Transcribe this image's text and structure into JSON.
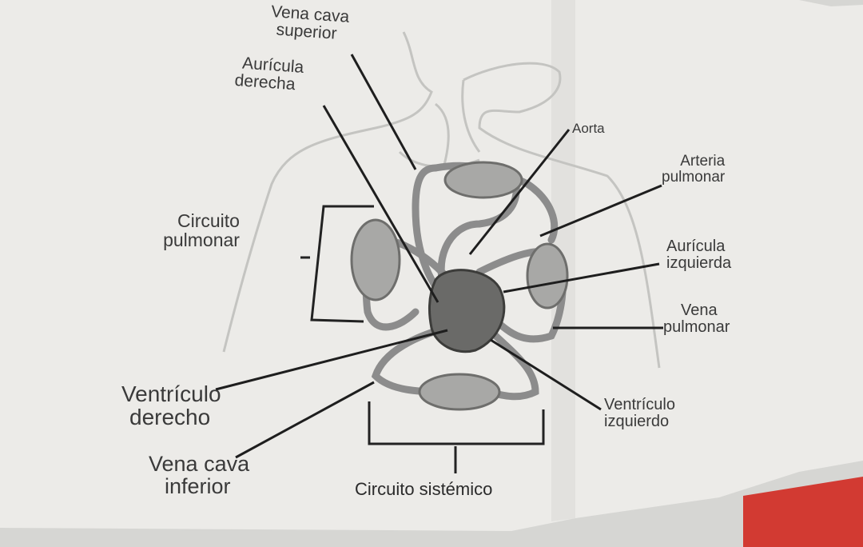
{
  "labels": {
    "vena_cava_superior": [
      "Vena cava",
      "superior"
    ],
    "auricula_derecha": [
      "Aurícula",
      "derecha"
    ],
    "aorta": "Aorta",
    "arteria_pulmonar": [
      "Arteria",
      "pulmonar"
    ],
    "circuito_pulmonar": [
      "Circuito",
      "pulmonar"
    ],
    "auricula_izquierda": [
      "Aurícula",
      "izquierda"
    ],
    "vena_pulmonar": [
      "Vena",
      "pulmonar"
    ],
    "ventriculo_derecho": [
      "Ventrículo",
      "derecho"
    ],
    "ventriculo_izquierdo": [
      "Ventrículo",
      "izquierdo"
    ],
    "vena_cava_inferior": [
      "Vena cava",
      "inferior"
    ],
    "circuito_sistemico": "Circuito sistémico"
  },
  "colors": {
    "paper": "#ecebe8",
    "ink": "#2f2f2f",
    "vessel": "#8c8c8c",
    "outline": "#c4c4c1",
    "red_corner": "#d23a32"
  }
}
